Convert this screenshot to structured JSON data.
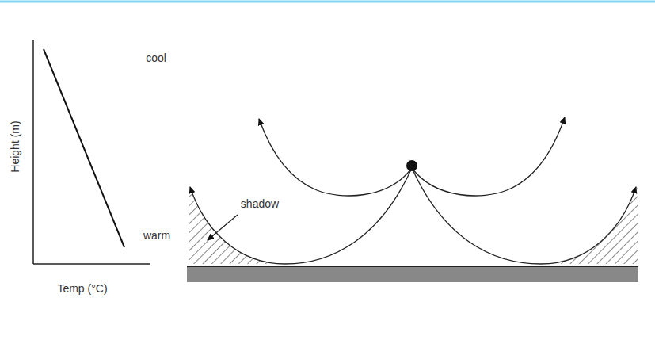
{
  "diagram": {
    "labels": [
      "Height (m)",
      "cool",
      "shadow",
      "warm",
      "Temp (°C)"
    ]
  }
}
